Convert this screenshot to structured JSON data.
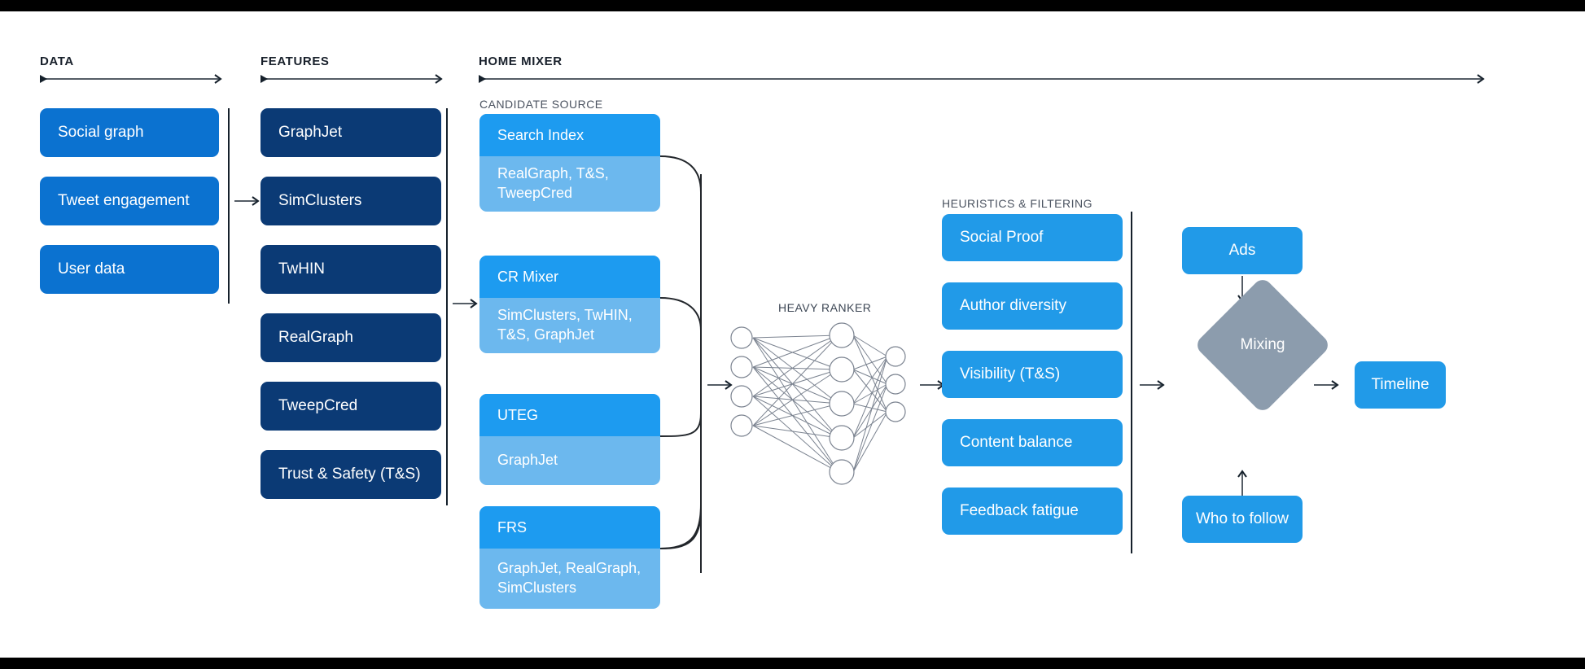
{
  "sections": {
    "data": {
      "title": "DATA"
    },
    "features": {
      "title": "FEATURES"
    },
    "home_mixer": {
      "title": "HOME MIXER"
    },
    "candidate_source": {
      "title": "CANDIDATE SOURCE"
    },
    "heavy_ranker": {
      "title": "HEAVY RANKER"
    },
    "heuristics": {
      "title": "HEURISTICS & FILTERING"
    }
  },
  "data_boxes": [
    {
      "label": "Social graph"
    },
    {
      "label": "Tweet engagement"
    },
    {
      "label": "User data"
    }
  ],
  "feature_boxes": [
    {
      "label": "GraphJet"
    },
    {
      "label": "SimClusters"
    },
    {
      "label": "TwHIN"
    },
    {
      "label": "RealGraph"
    },
    {
      "label": "TweepCred"
    },
    {
      "label": "Trust & Safety (T&S)"
    }
  ],
  "candidate_sources": [
    {
      "name": "Search Index",
      "features": "RealGraph, T&S,\nTweepCred"
    },
    {
      "name": "CR Mixer",
      "features": "SimClusters, TwHIN,\nT&S, GraphJet"
    },
    {
      "name": "UTEG",
      "features": "GraphJet"
    },
    {
      "name": "FRS",
      "features": "GraphJet, RealGraph,\nSimClusters"
    }
  ],
  "heuristics_boxes": [
    {
      "label": "Social Proof"
    },
    {
      "label": "Author diversity"
    },
    {
      "label": "Visibility (T&S)"
    },
    {
      "label": "Content balance"
    },
    {
      "label": "Feedback fatigue"
    }
  ],
  "outputs": {
    "ads": "Ads",
    "mixing": "Mixing",
    "who_to_follow": "Who to follow",
    "timeline": "Timeline"
  },
  "neural_net": {
    "input_nodes": 4,
    "hidden_nodes": 5,
    "output_nodes": 3
  },
  "colors": {
    "data_blue": "#0b72d0",
    "feature_navy": "#0b3a75",
    "candidate_header": "#1d9bf0",
    "candidate_body": "#6cb8ee",
    "heuristic_blue": "#219ae8",
    "mixing_gray": "#8c9cad",
    "arrow_gray": "#555d66",
    "rule_dark": "#15202b",
    "canvas": "#ffffff",
    "letterbox": "#000000"
  }
}
